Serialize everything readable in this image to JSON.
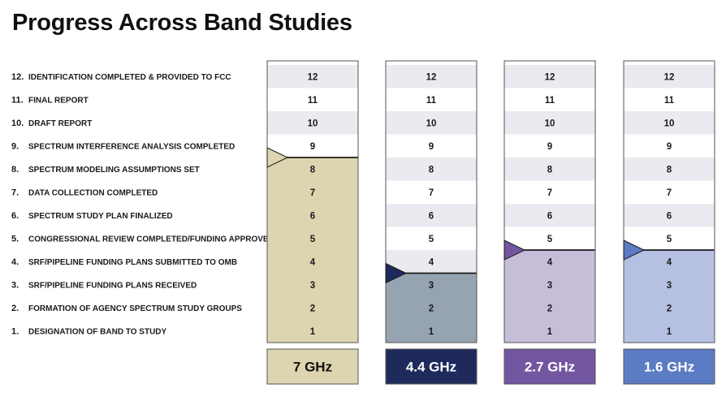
{
  "title": "Progress Across Band Studies",
  "chart_data": {
    "type": "bar",
    "title": "Progress Across Band Studies",
    "stages": [
      {
        "num": "1.",
        "label": "DESIGNATION OF BAND TO STUDY"
      },
      {
        "num": "2.",
        "label": "FORMATION OF AGENCY SPECTRUM STUDY GROUPS"
      },
      {
        "num": "3.",
        "label": "SRF/PIPELINE FUNDING PLANS RECEIVED"
      },
      {
        "num": "4.",
        "label": "SRF/PIPELINE FUNDING PLANS SUBMITTED TO OMB"
      },
      {
        "num": "5.",
        "label": "CONGRESSIONAL REVIEW COMPLETED/FUNDING APPROVED"
      },
      {
        "num": "6.",
        "label": "SPECTRUM STUDY PLAN FINALIZED"
      },
      {
        "num": "7.",
        "label": "DATA COLLECTION COMPLETED"
      },
      {
        "num": "8.",
        "label": "SPECTRUM MODELING ASSUMPTIONS SET"
      },
      {
        "num": "9.",
        "label": "SPECTRUM INTERFERENCE ANALYSIS COMPLETED"
      },
      {
        "num": "10.",
        "label": "DRAFT REPORT"
      },
      {
        "num": "11.",
        "label": "FINAL REPORT"
      },
      {
        "num": "12.",
        "label": "IDENTIFICATION COMPLETED & PROVIDED TO FCC"
      }
    ],
    "levels": [
      "1",
      "2",
      "3",
      "4",
      "5",
      "6",
      "7",
      "8",
      "9",
      "10",
      "11",
      "12"
    ],
    "ylim": [
      0,
      12
    ],
    "series": [
      {
        "name": "7 GHz",
        "completed": 8,
        "fill_color": "#ddd5b0",
        "label_bg": "#ddd5b0",
        "label_color": "#111111",
        "marker_color": "#ddd5b0"
      },
      {
        "name": "4.4 GHz",
        "completed": 3,
        "fill_color": "#96a3b0",
        "label_bg": "#1f2a5c",
        "label_color": "#ffffff",
        "marker_color": "#1f2a5c"
      },
      {
        "name": "2.7 GHz",
        "completed": 4,
        "fill_color": "#c6bdd9",
        "label_bg": "#7356a0",
        "label_color": "#ffffff",
        "marker_color": "#7356a0"
      },
      {
        "name": "1.6 GHz",
        "completed": 4,
        "fill_color": "#b5c0e2",
        "label_bg": "#5b7cc4",
        "label_color": "#ffffff",
        "marker_color": "#5b7cc4"
      }
    ]
  }
}
